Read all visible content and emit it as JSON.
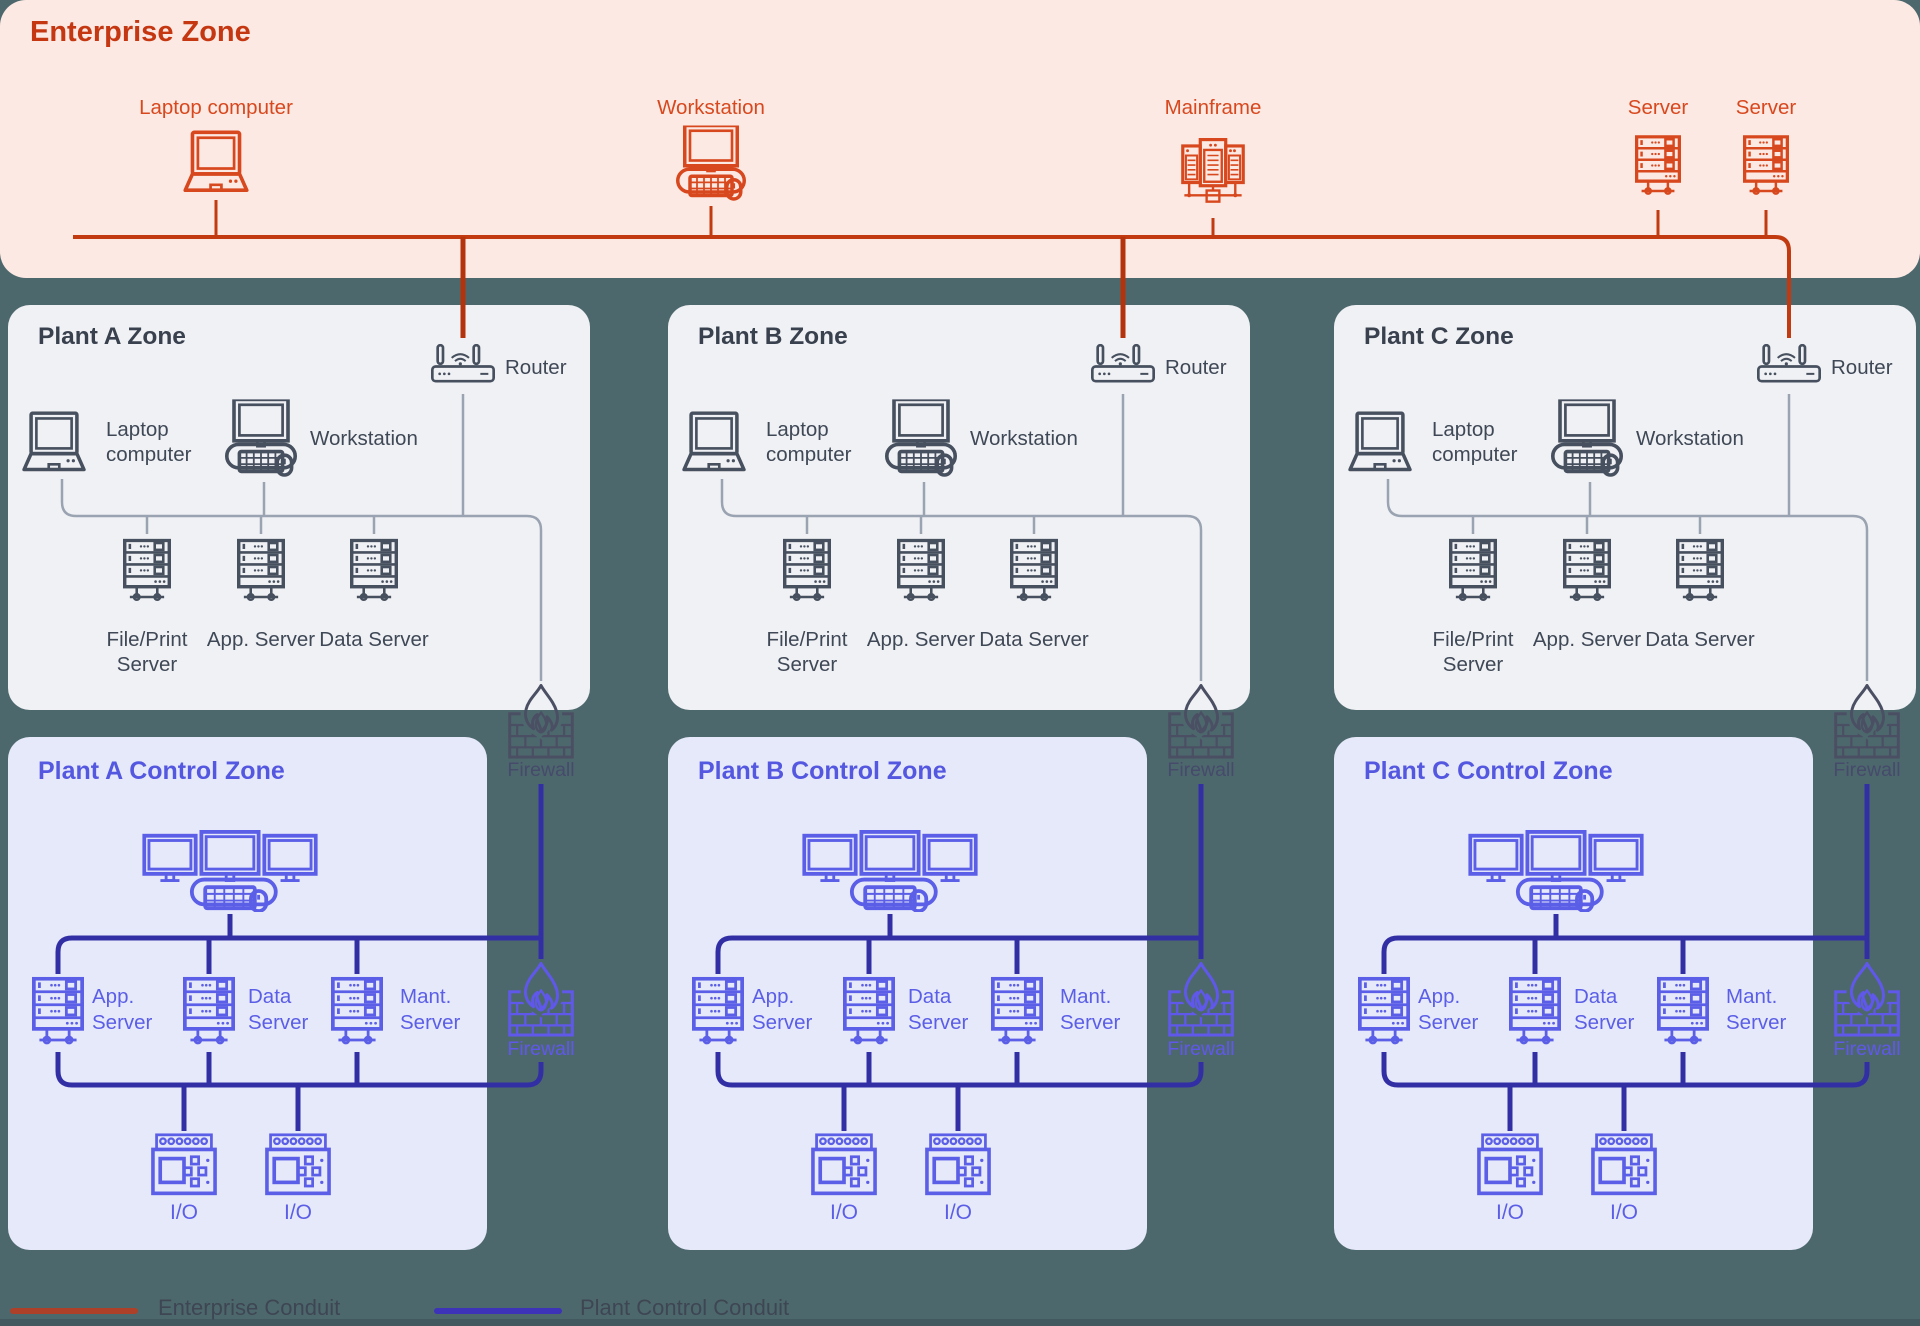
{
  "page": {
    "background": "#4D686D",
    "legend": [
      {
        "label": "Enterprise Conduit",
        "color": "#AC4028"
      },
      {
        "label": "Plant Control Conduit",
        "color": "#3C33B8"
      }
    ]
  },
  "colors": {
    "enterprise_bg": "#FCE9E3",
    "enterprise_accent": "#D8481E",
    "enterprise_conduit": "#C13A10",
    "plant_zone_bg": "#F0F1F4",
    "plant_zone_ink": "#47505F",
    "control_zone_bg": "#E6E9FA",
    "control_zone_ink": "#5B5EE6",
    "plant_control_conduit": "#322FA5"
  },
  "enterprise_zone": {
    "title": "Enterprise Zone",
    "devices": {
      "laptop": "Laptop computer",
      "workstation": "Workstation",
      "mainframe": "Mainframe",
      "server1": "Server",
      "server2": "Server"
    }
  },
  "plant_zones": [
    {
      "title": "Plant A Zone",
      "router": "Router",
      "laptop": "Laptop computer",
      "workstation": "Workstation",
      "server1": "File/Print Server",
      "server2": "App. Server",
      "server3": "Data Server",
      "firewall": "Firewall"
    },
    {
      "title": "Plant B Zone",
      "router": "Router",
      "laptop": "Laptop computer",
      "workstation": "Workstation",
      "server1": "File/Print Server",
      "server2": "App. Server",
      "server3": "Data Server",
      "firewall": "Firewall"
    },
    {
      "title": "Plant C Zone",
      "router": "Router",
      "laptop": "Laptop computer",
      "workstation": "Workstation",
      "server1": "File/Print Server",
      "server2": "App. Server",
      "server3": "Data Server",
      "firewall": "Firewall"
    }
  ],
  "control_zones": [
    {
      "title": "Plant A Control Zone",
      "server1": "App. Server",
      "server2": "Data Server",
      "server3": "Mant. Server",
      "io1": "I/O",
      "io2": "I/O",
      "firewall": "Firewall"
    },
    {
      "title": "Plant B Control Zone",
      "server1": "App. Server",
      "server2": "Data Server",
      "server3": "Mant. Server",
      "io1": "I/O",
      "io2": "I/O",
      "firewall": "Firewall"
    },
    {
      "title": "Plant C Control Zone",
      "server1": "App. Server",
      "server2": "Data Server",
      "server3": "Mant. Server",
      "io1": "I/O",
      "io2": "I/O",
      "firewall": "Firewall"
    }
  ]
}
